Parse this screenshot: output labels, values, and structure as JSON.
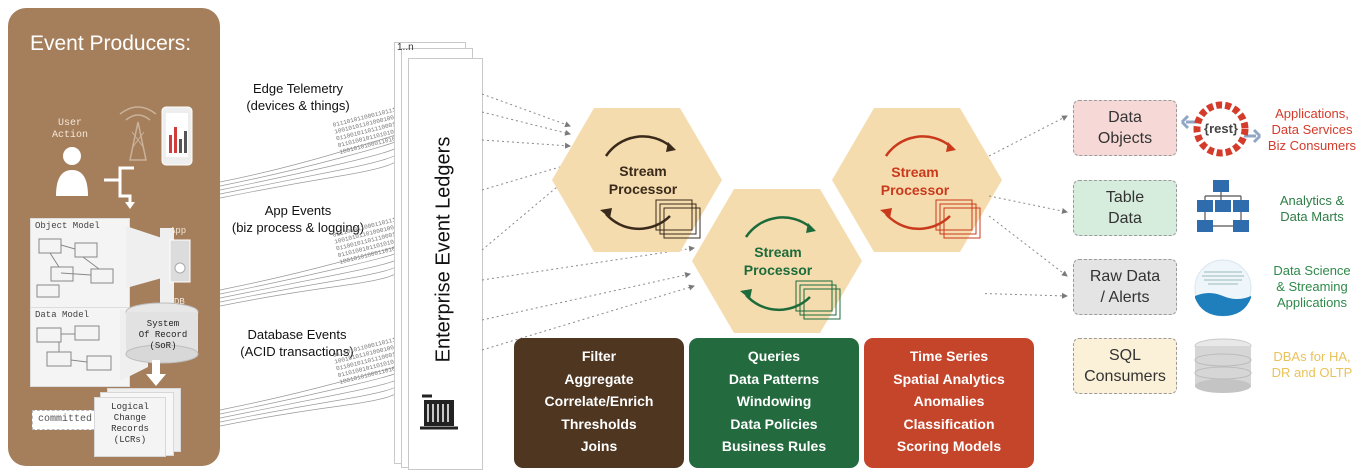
{
  "producers": {
    "title": "Event Producers:",
    "user_action": [
      "User",
      "Action"
    ],
    "object_model": "Object Model",
    "app": "App",
    "data_model": "Data Model",
    "db": "DB",
    "sor": [
      "System",
      "Of Record",
      "(SoR)"
    ],
    "committed": "committed!",
    "lcr": [
      "Logical",
      "Change",
      "Records",
      "(LCRs)"
    ]
  },
  "edges": [
    {
      "line1": "Edge Telemetry",
      "line2": "(devices & things)"
    },
    {
      "line1": "App Events",
      "line2": "(biz process & logging)"
    },
    {
      "line1": "Database Events",
      "line2": "(ACID transactions)"
    }
  ],
  "binary_stream": "0111010110001101110\n1001010110100010000001\n0110010110111000101110\n01101001011010101111\n10010101000110100",
  "ledger": {
    "title": "Enterprise Event Ledgers",
    "count": "1..n"
  },
  "processors": [
    {
      "line1": "Stream",
      "line2": "Processor",
      "color": "#3a2a1c"
    },
    {
      "line1": "Stream",
      "line2": "Processor",
      "color": "#1d6b3b"
    },
    {
      "line1": "Stream",
      "line2": "Processor",
      "color": "#c9391c"
    }
  ],
  "capabilities": [
    {
      "items": [
        "Filter",
        "Aggregate",
        "Correlate/Enrich",
        "Thresholds",
        "Joins"
      ],
      "color": "#4e3621"
    },
    {
      "items": [
        "Queries",
        "Data Patterns",
        "Windowing",
        "Data Policies",
        "Business Rules"
      ],
      "color": "#236b3e"
    },
    {
      "items": [
        "Time Series",
        "Spatial Analytics",
        "Anomalies",
        "Classification",
        "Scoring Models"
      ],
      "color": "#c5452b"
    }
  ],
  "outputs": [
    {
      "line1": "Data",
      "line2": "Objects",
      "bg": "#f6d9d6"
    },
    {
      "line1": "Table",
      "line2": "Data",
      "bg": "#d6ecdc"
    },
    {
      "line1": "Raw Data",
      "line2": "/ Alerts",
      "bg": "#e4e4e4"
    },
    {
      "line1": "SQL",
      "line2": "Consumers",
      "bg": "#fbf1d8"
    }
  ],
  "rest_label": "{rest}",
  "consumers": [
    {
      "lines": [
        "Applications,",
        "Data Services",
        "Biz Consumers"
      ],
      "color": "#d43b2a"
    },
    {
      "lines": [
        "Analytics &",
        "Data Marts"
      ],
      "color": "#2e7d46"
    },
    {
      "lines": [
        "Data Science",
        "& Streaming",
        "Applications"
      ],
      "color": "#2e8a4a"
    },
    {
      "lines": [
        "DBAs for HA,",
        "DR and OLTP"
      ],
      "color": "#e8c25a"
    }
  ]
}
